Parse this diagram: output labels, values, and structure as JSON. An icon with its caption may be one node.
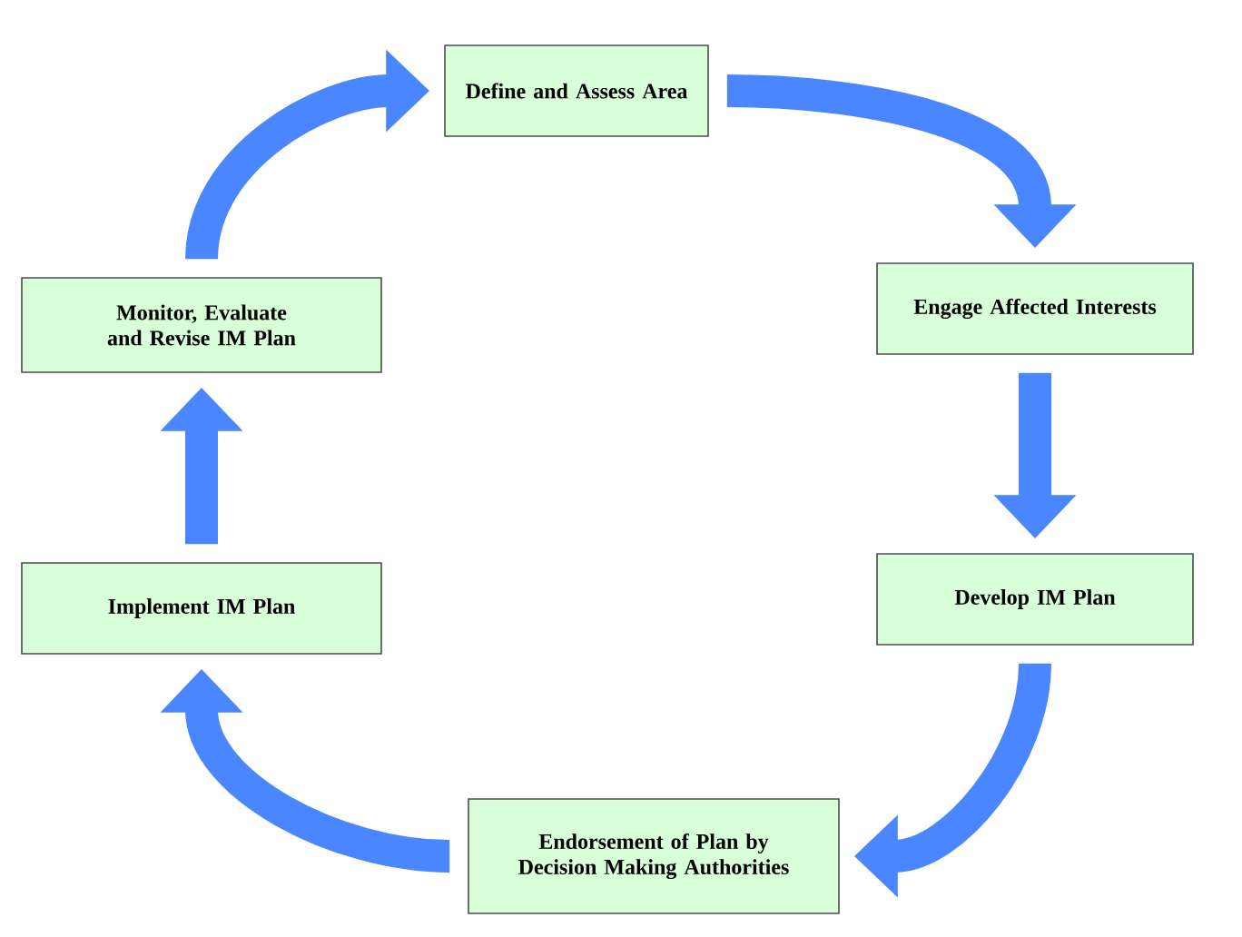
{
  "diagram": {
    "nodes": [
      {
        "text": [
          "Define and Assess Area"
        ]
      },
      {
        "text": [
          "Engage Affected Interests"
        ]
      },
      {
        "text": [
          "Develop IM Plan"
        ]
      },
      {
        "text": [
          "Endorsement of Plan by Decision Making Authorities"
        ]
      },
      {
        "text": [
          "Implement IM Plan"
        ]
      },
      {
        "text": [
          "Monitor, Evaluate and Revise IM Plan"
        ]
      }
    ],
    "edges": [
      {
        "from": 0,
        "to": 1,
        "arrow": "to"
      },
      {
        "from": 1,
        "to": 2,
        "arrow": "to"
      },
      {
        "from": 2,
        "to": 3,
        "arrow": "to"
      },
      {
        "from": 3,
        "to": 4,
        "arrow": "to"
      },
      {
        "from": 4,
        "to": 5,
        "arrow": "to"
      },
      {
        "from": 5,
        "to": 0,
        "arrow": "to"
      }
    ]
  }
}
